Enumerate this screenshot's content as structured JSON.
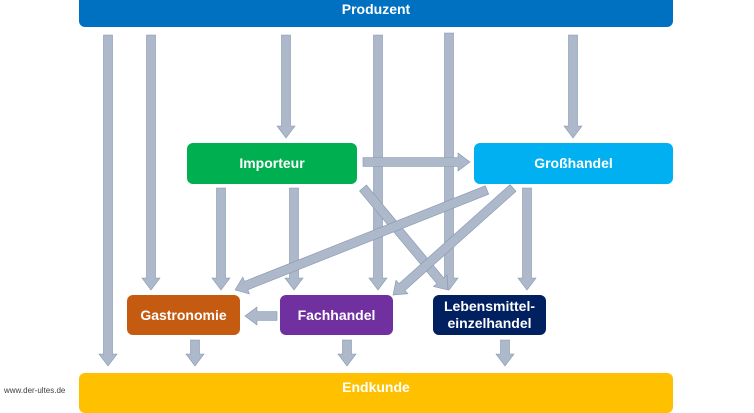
{
  "diagram": {
    "nodes": {
      "produzent": "Produzent",
      "importeur": "Importeur",
      "grosshandel": "Großhandel",
      "gastronomie": "Gastronomie",
      "fachhandel": "Fachhandel",
      "lebensmittel": "Lebensmittel-\neinzelhandel",
      "endkunde": "Endkunde"
    },
    "source": "www.der-ultes.de",
    "colors": {
      "arrow": "#adb9ca",
      "arrow_outline": "#8497b0",
      "produzent": "#0070c0",
      "importeur": "#00b050",
      "grosshandel": "#00b0f0",
      "gastronomie": "#c55a11",
      "fachhandel": "#7030a0",
      "lebensmittel": "#002060",
      "endkunde": "#ffc000"
    },
    "edges": [
      {
        "from": "produzent",
        "to": "endkunde"
      },
      {
        "from": "produzent",
        "to": "gastronomie"
      },
      {
        "from": "produzent",
        "to": "importeur"
      },
      {
        "from": "produzent",
        "to": "fachhandel"
      },
      {
        "from": "produzent",
        "to": "lebensmittel"
      },
      {
        "from": "produzent",
        "to": "grosshandel"
      },
      {
        "from": "importeur",
        "to": "grosshandel"
      },
      {
        "from": "importeur",
        "to": "gastronomie"
      },
      {
        "from": "importeur",
        "to": "fachhandel"
      },
      {
        "from": "importeur",
        "to": "lebensmittel"
      },
      {
        "from": "grosshandel",
        "to": "gastronomie"
      },
      {
        "from": "grosshandel",
        "to": "fachhandel"
      },
      {
        "from": "grosshandel",
        "to": "lebensmittel"
      },
      {
        "from": "fachhandel",
        "to": "gastronomie"
      },
      {
        "from": "gastronomie",
        "to": "endkunde"
      },
      {
        "from": "fachhandel",
        "to": "endkunde"
      },
      {
        "from": "lebensmittel",
        "to": "endkunde"
      }
    ]
  }
}
